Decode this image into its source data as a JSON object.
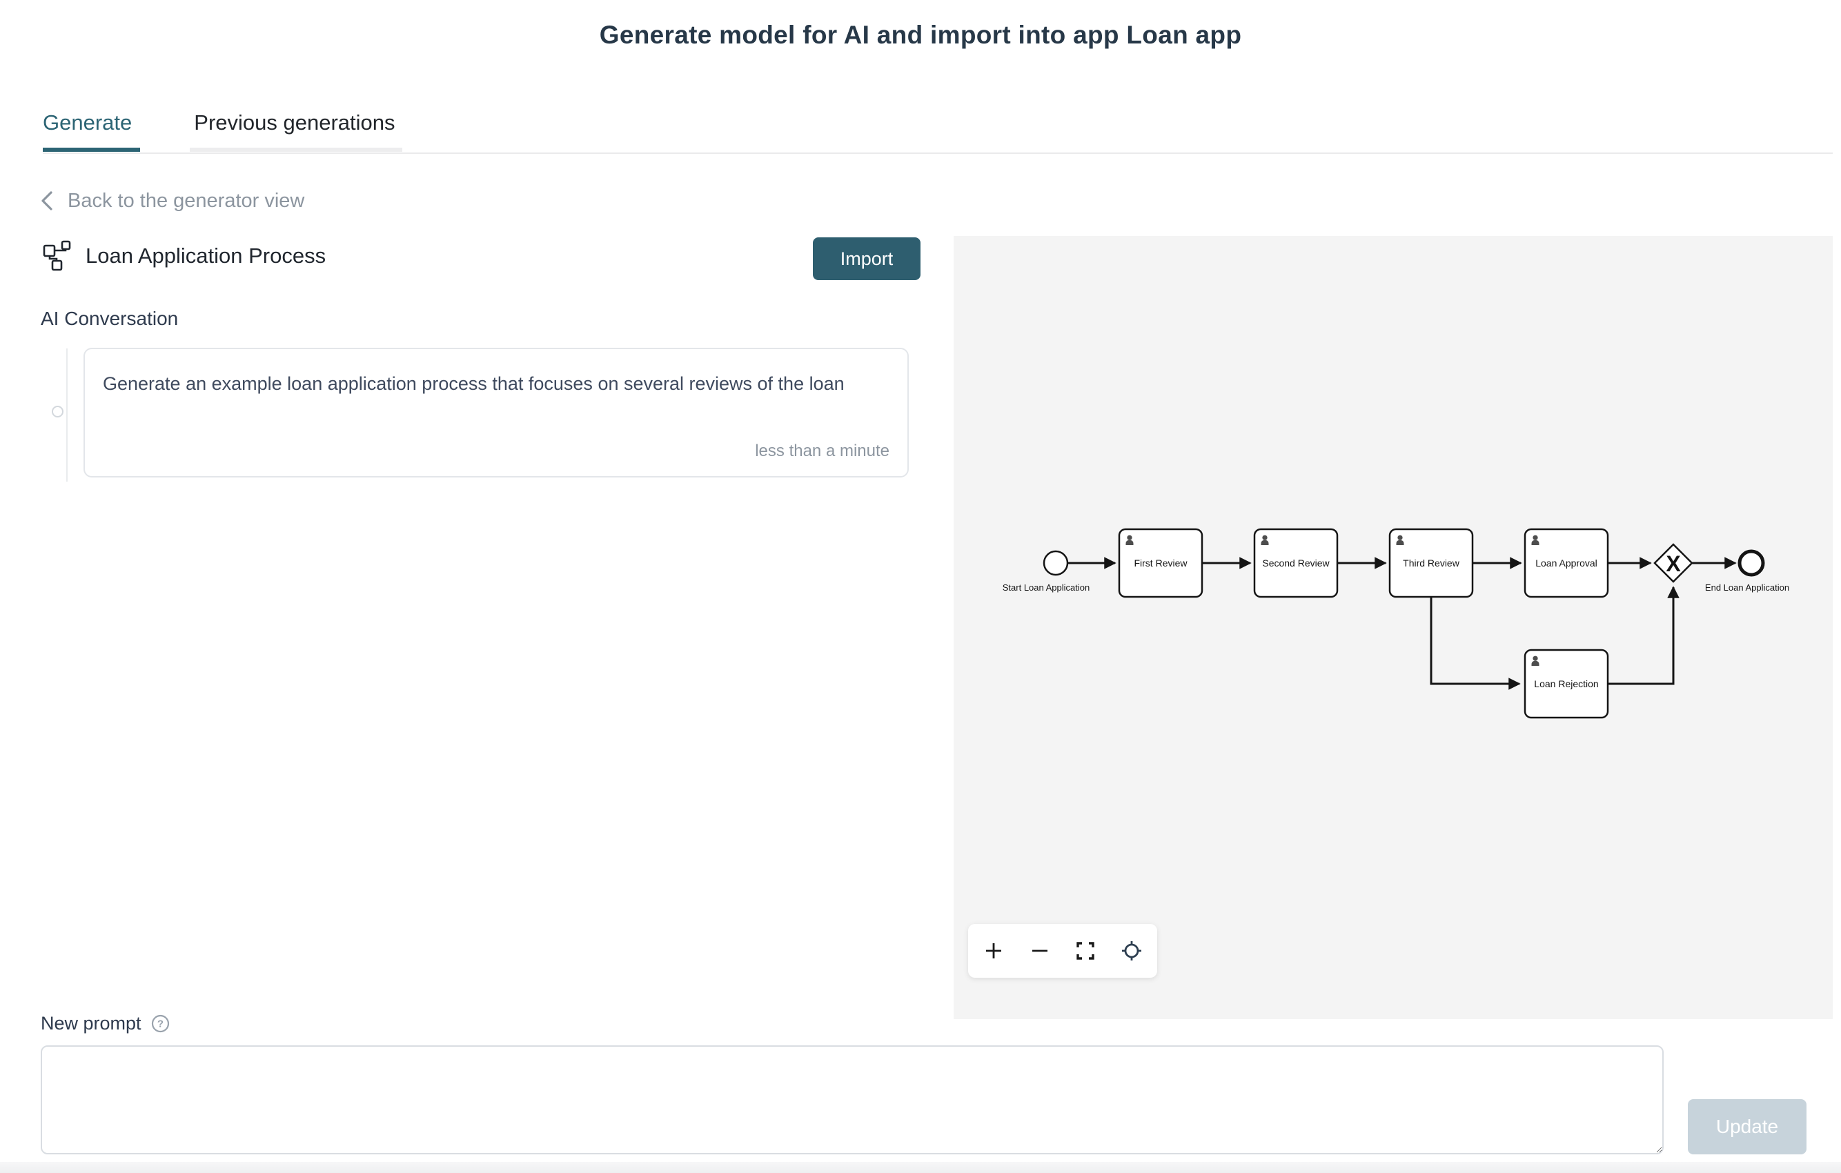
{
  "header": {
    "title": "Generate model for AI and import into app Loan app"
  },
  "tabs": [
    {
      "label": "Generate",
      "active": true
    },
    {
      "label": "Previous generations",
      "active": false
    }
  ],
  "back_link": {
    "label": "Back to the generator view",
    "icon": "chevron-left-icon"
  },
  "model": {
    "name": "Loan Application Process",
    "icon": "process-model-icon",
    "import_label": "Import"
  },
  "conversation": {
    "heading": "AI Conversation",
    "messages": [
      {
        "text": "Generate an example loan application process that focuses on several reviews of the loan",
        "time": "less than a minute"
      }
    ]
  },
  "diagram": {
    "bpmn": {
      "start_event_label": "Start Loan Application",
      "end_event_label": "End Loan Application",
      "tasks": [
        "First Review",
        "Second Review",
        "Third Review",
        "Loan Approval",
        "Loan Rejection"
      ],
      "gateway_label": "X",
      "task_icon": "user-icon"
    },
    "toolbar_icons": [
      "plus-icon",
      "minus-icon",
      "fit-viewport-icon",
      "crosshair-icon"
    ]
  },
  "new_prompt": {
    "label": "New prompt",
    "help_icon": "help-icon",
    "value": "",
    "update_label": "Update"
  },
  "colors": {
    "accent_teal": "#2C6474",
    "import_button_bg": "#2E5E6F",
    "title_navy": "#273848",
    "muted_gray": "#8C959F",
    "diagram_panel_bg": "#F4F4F4",
    "update_disabled_bg": "#C7D3DB"
  }
}
